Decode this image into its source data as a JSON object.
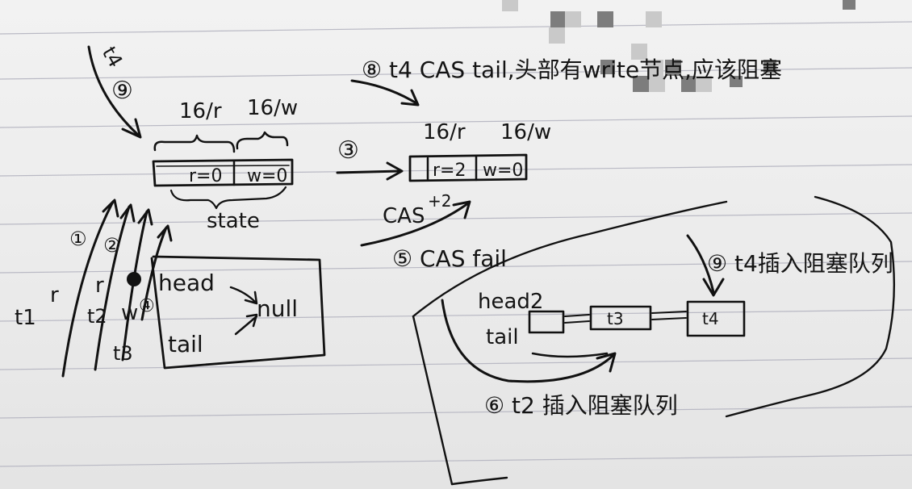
{
  "annotations": {
    "t4_top": "t4",
    "step9_top": "⑨",
    "half_r_left": "16/r",
    "half_w_left": "16/w",
    "r0": "r=0",
    "w0": "w=0",
    "state": "state",
    "step8": "⑧ t4 CAS tail,头部有write节点,应该阻塞",
    "step3": "③",
    "half_r_right": "16/r",
    "half_w_right": "16/w",
    "r2": "r=2",
    "w0_right": "w=0",
    "cas_plus2": "CAS",
    "cas_plus2_sup": "+2",
    "step5": "⑤ CAS fail",
    "step9_right": "⑨ t4插入阻塞队列",
    "step1": "①",
    "step2": "②",
    "r_t1": "r",
    "r_t2": "r",
    "t1": "t1",
    "t2": "t2",
    "w_t3": "w",
    "t3": "t3",
    "step4": "④",
    "head_left": "head",
    "tail_left": "tail",
    "null": "null",
    "head2": "head2",
    "tail_right": "tail",
    "node_t3": "t3",
    "node_t4": "t4",
    "step6": "⑥ t2 插入阻塞队列"
  },
  "colors": {
    "ink": "#111111",
    "paper": "#efefef",
    "rule": "#b9b9c4"
  }
}
